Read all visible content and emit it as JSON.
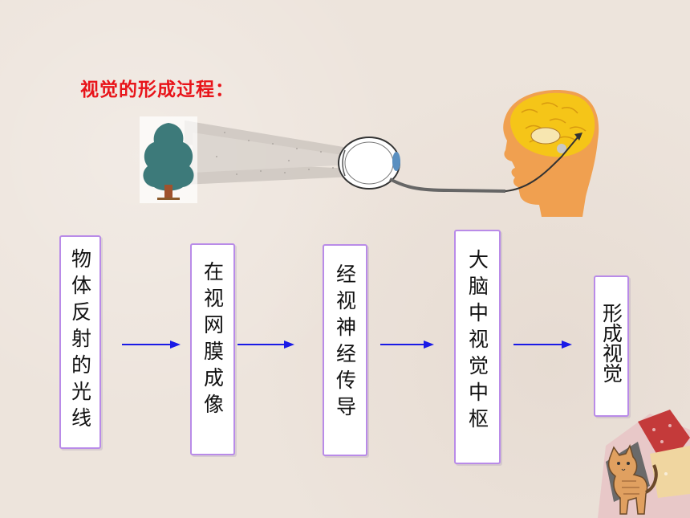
{
  "title": "视觉的形成过程：",
  "steps": [
    {
      "label": "物体反射的光线"
    },
    {
      "label": "在视网膜成像"
    },
    {
      "label": "经视神经传导"
    },
    {
      "label": "大脑中视觉中枢"
    },
    {
      "label": "形成视觉"
    }
  ],
  "colors": {
    "title": "#e8141a",
    "box_border": "#b98be8",
    "arrow": "#1a1ae6",
    "brain": "#f5c518",
    "skin": "#f0a050",
    "tree": "#3d7a7a"
  },
  "icons": [
    "tree-icon",
    "eye-icon",
    "head-brain-icon",
    "arrow-right-icon",
    "cat-decoration-icon"
  ]
}
